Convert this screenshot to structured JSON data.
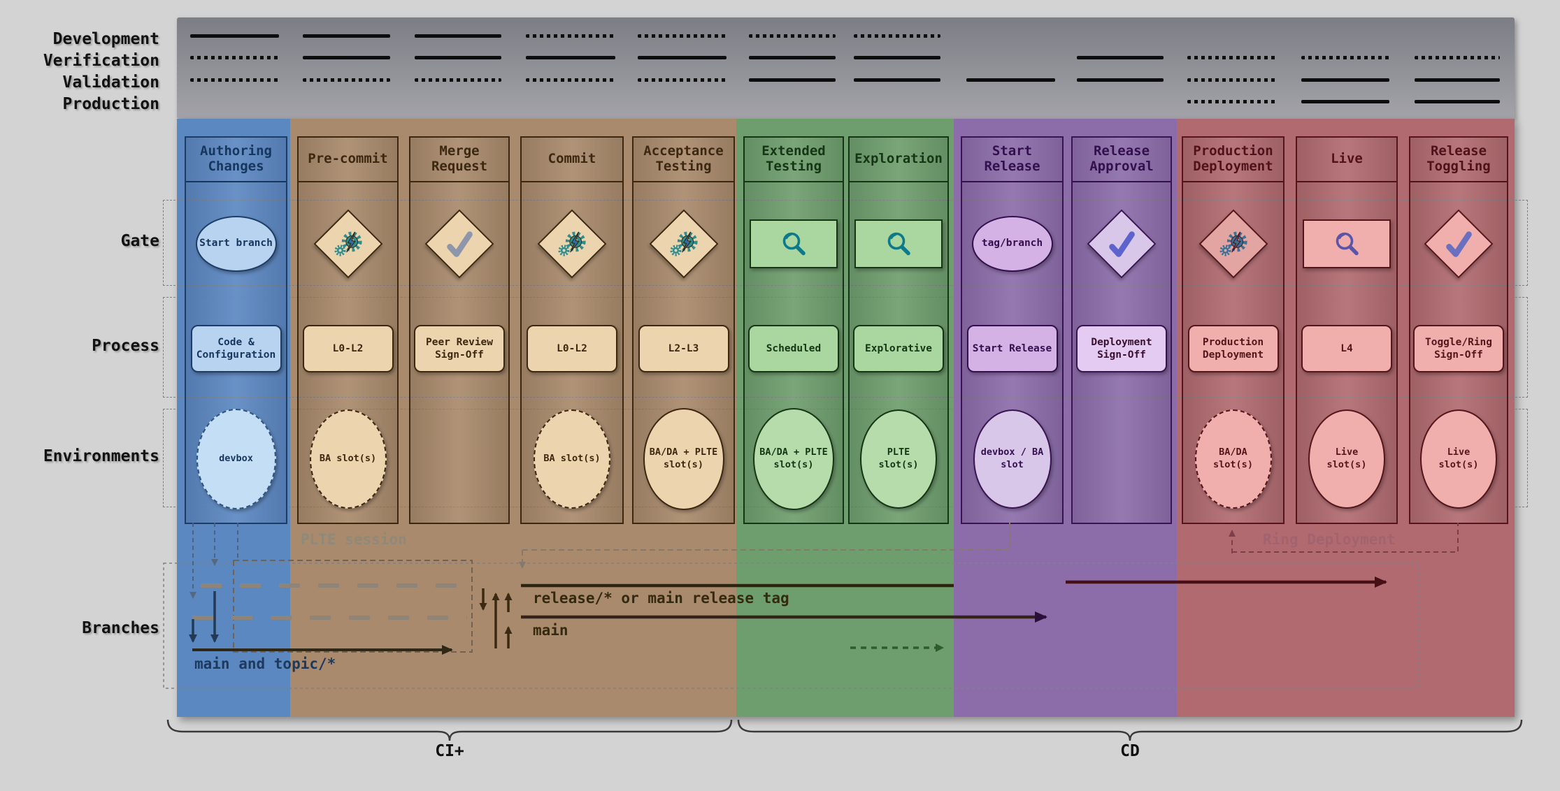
{
  "palette": {
    "page_bg": "#d3d3d3",
    "band_bg": "#8b8b92",
    "zone_authoring": "#5c88c2",
    "zone_ci": "#a98a6c",
    "zone_testing": "#6f9e6e",
    "zone_release": "#8c6daa",
    "zone_production": "#b16b70",
    "automation_gear_teal": "#2f8d8d",
    "automation_gear_steel": "#3d7096",
    "manual_check_gray": "#8d96ab",
    "manual_check_blue": "#5c63cc",
    "magnifier_teal": "#0d7a8c",
    "magnifier_purple": "#5a55a8"
  },
  "maturity": {
    "row_labels": [
      "Development",
      "Verification",
      "Validation",
      "Production"
    ]
  },
  "rows": {
    "labels": [
      "Gate",
      "Process",
      "Environments",
      "Branches"
    ]
  },
  "columns": [
    {
      "title": "Authoring Changes",
      "maturity": [
        "solid",
        "dotted",
        "dotted",
        "none"
      ],
      "gate": {
        "type": "ellipse",
        "label": "Start branch"
      },
      "process": "Code & Configuration",
      "environment": {
        "label": "devbox",
        "style": "dashed"
      }
    },
    {
      "title": "Pre-commit",
      "maturity": [
        "solid",
        "solid",
        "dotted",
        "none"
      ],
      "gate": {
        "type": "diamond",
        "icon": "automation-gears-icon"
      },
      "process": "L0-L2",
      "environment": {
        "label": "BA slot(s)",
        "style": "dashed"
      }
    },
    {
      "title": "Merge Request",
      "maturity": [
        "solid",
        "solid",
        "dotted",
        "none"
      ],
      "gate": {
        "type": "diamond",
        "icon": "manual-check-icon"
      },
      "process": "Peer Review Sign-Off",
      "environment": null
    },
    {
      "title": "Commit",
      "maturity": [
        "dotted",
        "solid",
        "dotted",
        "none"
      ],
      "gate": {
        "type": "diamond",
        "icon": "automation-gears-icon"
      },
      "process": "L0-L2",
      "environment": {
        "label": "BA slot(s)",
        "style": "dashed"
      }
    },
    {
      "title": "Acceptance Testing",
      "maturity": [
        "dotted",
        "solid",
        "dotted",
        "none"
      ],
      "gate": {
        "type": "diamond",
        "icon": "automation-gears-icon"
      },
      "process": "L2-L3",
      "environment": {
        "label": "BA/DA + PLTE slot(s)",
        "style": "solid"
      }
    },
    {
      "title": "Extended Testing",
      "maturity": [
        "dotted",
        "solid",
        "solid",
        "none"
      ],
      "gate": {
        "type": "rect",
        "icon": "magnifier-icon"
      },
      "process": "Scheduled",
      "environment": {
        "label": "BA/DA + PLTE slot(s)",
        "style": "solid"
      }
    },
    {
      "title": "Exploration",
      "maturity": [
        "dotted",
        "solid",
        "solid",
        "none"
      ],
      "gate": {
        "type": "rect",
        "icon": "magnifier-icon"
      },
      "process": "Explorative",
      "environment": {
        "label": "PLTE slot(s)",
        "style": "solid"
      }
    },
    {
      "title": "Start Release",
      "maturity": [
        "none",
        "none",
        "solid",
        "none"
      ],
      "gate": {
        "type": "ellipse",
        "label": "tag/branch"
      },
      "process": "Start Release",
      "environment": {
        "label": "devbox / BA slot",
        "style": "solid"
      }
    },
    {
      "title": "Release Approval",
      "maturity": [
        "none",
        "solid",
        "solid",
        "none"
      ],
      "gate": {
        "type": "diamond",
        "icon": "manual-check-icon"
      },
      "process": "Deployment Sign-Off",
      "environment": null
    },
    {
      "title": "Production Deployment",
      "maturity": [
        "none",
        "dotted",
        "dotted",
        "dotted"
      ],
      "gate": {
        "type": "diamond",
        "icon": "automation-gears-icon"
      },
      "process": "Production Deployment",
      "environment": {
        "label": "BA/DA slot(s)",
        "style": "dashed"
      }
    },
    {
      "title": "Live",
      "maturity": [
        "none",
        "dotted",
        "solid",
        "solid"
      ],
      "gate": {
        "type": "rect",
        "icon": "magnifier-icon"
      },
      "process": "L4",
      "environment": {
        "label": "Live slot(s)",
        "style": "solid"
      }
    },
    {
      "title": "Release Toggling",
      "maturity": [
        "none",
        "dotted",
        "solid",
        "solid"
      ],
      "gate": {
        "type": "diamond",
        "icon": "manual-check-icon"
      },
      "process": "Toggle/Ring Sign-Off",
      "environment": {
        "label": "Live slot(s)",
        "style": "solid"
      }
    }
  ],
  "branches": {
    "plte_session": "PLTE session",
    "ring_deployment": "Ring Deployment",
    "main_and_topic": "main and topic/*",
    "release": "release/* or main release tag",
    "main": "main"
  },
  "footer": {
    "ci": "CI+",
    "cd": "CD"
  }
}
